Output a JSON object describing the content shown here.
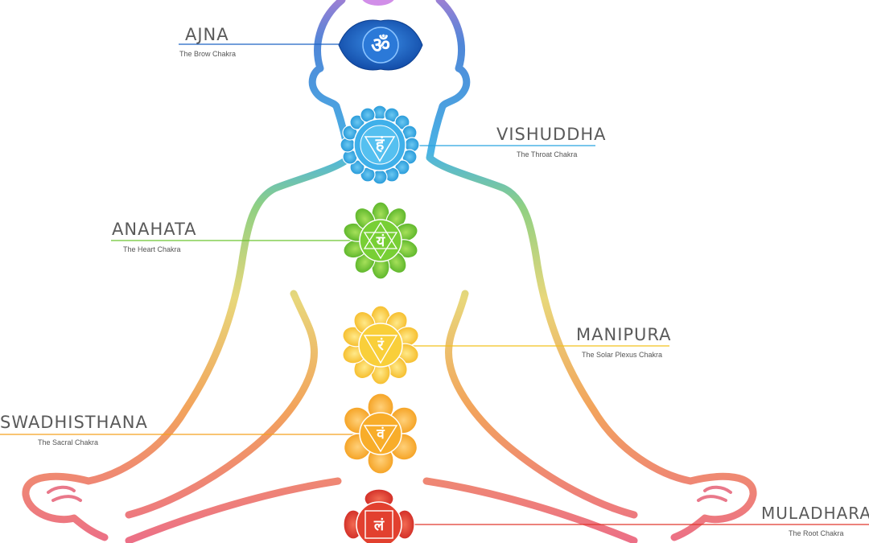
{
  "colors": {
    "crown": "#b36fd6",
    "brow": "#1f63c4",
    "throat": "#29a3e0",
    "heart": "#6cc531",
    "solar": "#f6c31c",
    "sacral": "#f5a21d",
    "root": "#e1372e"
  },
  "chakras": [
    {
      "name": "AJNA",
      "subtitle": "The Brow Chakra",
      "glyph": "ॐ",
      "color": "#1f63c4"
    },
    {
      "name": "VISHUDDHA",
      "subtitle": "The Throat Chakra",
      "glyph": "हं",
      "color": "#29a3e0"
    },
    {
      "name": "ANAHATA",
      "subtitle": "The Heart Chakra",
      "glyph": "यं",
      "color": "#6cc531"
    },
    {
      "name": "MANIPURA",
      "subtitle": "The Solar Plexus Chakra",
      "glyph": "रं",
      "color": "#f6c31c"
    },
    {
      "name": "SWADHISTHANA",
      "subtitle": "The Sacral Chakra",
      "glyph": "वं",
      "color": "#f5a21d"
    },
    {
      "name": "MULADHARA",
      "subtitle": "The Root Chakra",
      "glyph": "लं",
      "color": "#e1372e"
    }
  ]
}
